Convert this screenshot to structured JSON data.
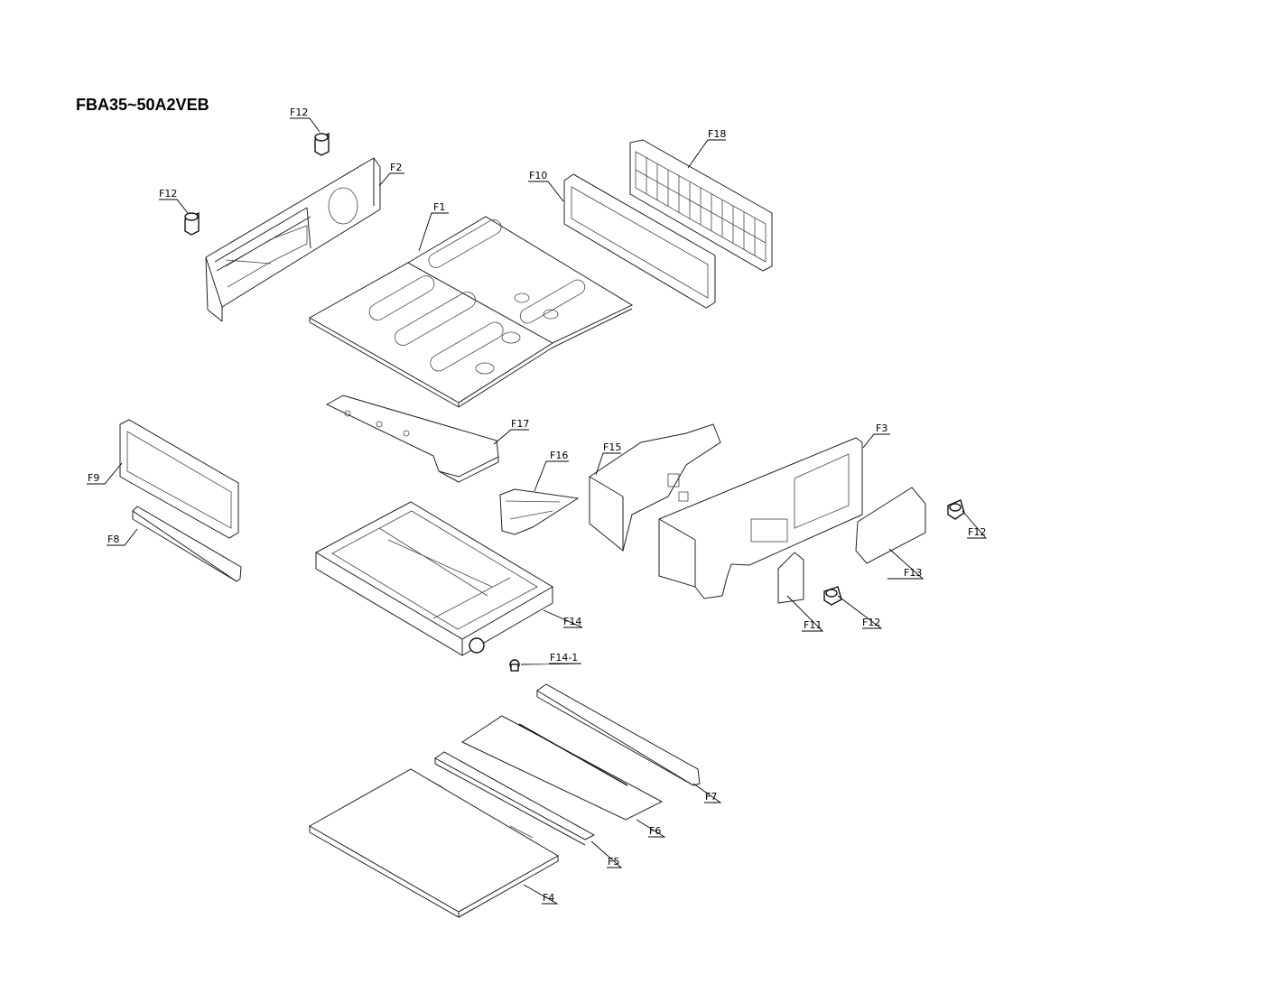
{
  "title": "FBA35~50A2VEB",
  "labels": {
    "f1": "F1",
    "f2": "F2",
    "f3": "F3",
    "f4": "F4",
    "f5": "F5",
    "f6": "F6",
    "f7": "F7",
    "f8": "F8",
    "f9": "F9",
    "f10": "F10",
    "f11": "F11",
    "f12": "F12",
    "f13": "F13",
    "f14": "F14",
    "f14_1": "F14-1",
    "f15": "F15",
    "f16": "F16",
    "f17": "F17",
    "f18": "F18"
  }
}
